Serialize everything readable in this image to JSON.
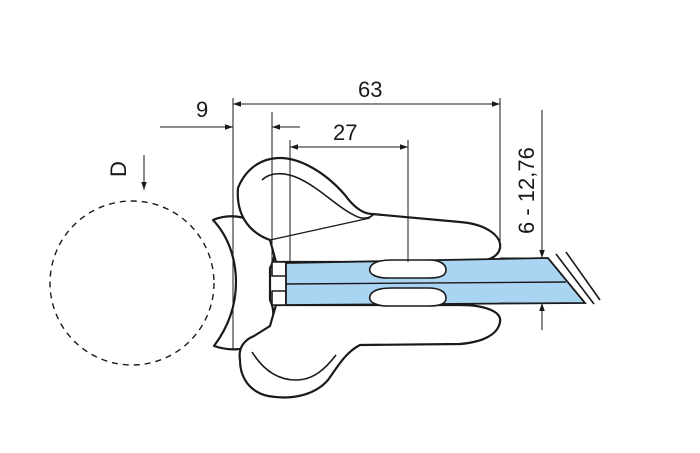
{
  "dimensions": {
    "overall_length": "63",
    "pipe_offset": "9",
    "inner_length": "27",
    "glass_thickness": "6 - 12,76",
    "pipe_diameter": "D"
  },
  "colors": {
    "glass_fill": "#a9d4f2",
    "line": "#1a1a1a",
    "background": "#ffffff"
  }
}
